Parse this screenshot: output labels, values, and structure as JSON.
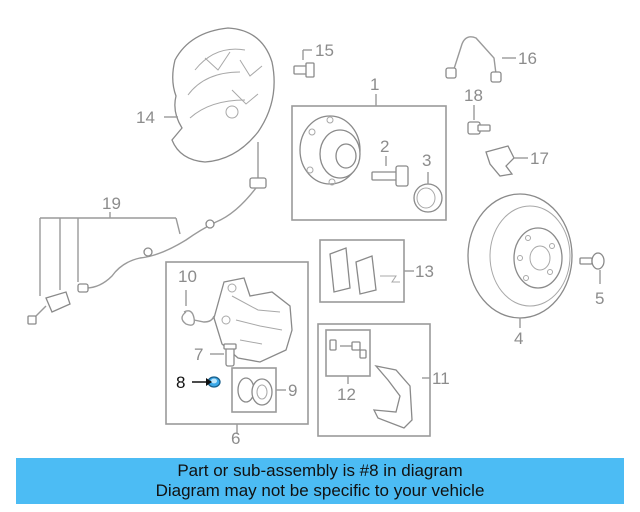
{
  "diagram": {
    "highlight_color": "#3aa8e8",
    "labels": {
      "l1": "1",
      "l2": "2",
      "l3": "3",
      "l4": "4",
      "l5": "5",
      "l6": "6",
      "l7": "7",
      "l8": "8",
      "l9": "9",
      "l10": "10",
      "l11": "11",
      "l12": "12",
      "l13": "13",
      "l14": "14",
      "l15": "15",
      "l16": "16",
      "l17": "17",
      "l18": "18",
      "l19": "19"
    }
  },
  "banner": {
    "line1": "Part or sub-assembly is #8 in diagram",
    "line2": "Diagram may not be specific to your vehicle",
    "color": "#4cbcf4"
  }
}
